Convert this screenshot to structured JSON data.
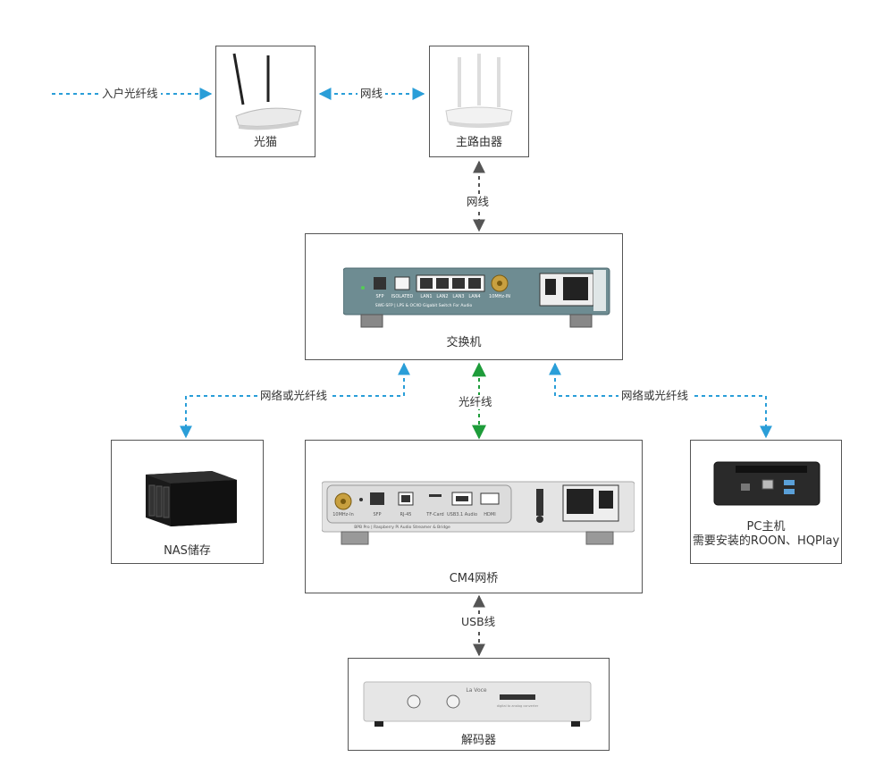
{
  "nodes": {
    "modem": {
      "label": "光猫"
    },
    "router": {
      "label": "主路由器"
    },
    "switch": {
      "label": "交换机",
      "panel": {
        "sfp": "SFP",
        "isolated": "ISOLATED",
        "lan1": "LAN1",
        "lan2": "LAN2",
        "lan3": "LAN3",
        "lan4": "LAN4",
        "clock": "10MHz-IN",
        "model": "SWE-SFP | LPS & OCXO Gigabit Switch For Audio"
      }
    },
    "nas": {
      "label": "NAS储存"
    },
    "bridge": {
      "label": "CM4网桥",
      "panel": {
        "clock": "10MHz-In",
        "sfp": "SFP",
        "rj45": "RJ-45",
        "tf": "TF-Card",
        "usb": "USB3.1 Audio",
        "hdmi": "HDMI",
        "model": "BPB Pro | Raspberry Pi Audio Streamer & Bridge"
      }
    },
    "pc": {
      "label_line1": "PC主机",
      "label_line2": "需要安装的ROON、HQPlay"
    },
    "decoder": {
      "label": "解码器",
      "brand": "La Voce",
      "sub": "digital to analog converter"
    }
  },
  "links": {
    "fiber_in": "入户光纤线",
    "modem_router": "网线",
    "router_switch": "网线",
    "switch_nas": "网络或光纤线",
    "switch_bridge": "光纤线",
    "switch_pc": "网络或光纤线",
    "bridge_decoder": "USB线"
  },
  "colors": {
    "blue": "#2a9ed8",
    "green": "#1e9c3a",
    "gray": "#555555"
  }
}
